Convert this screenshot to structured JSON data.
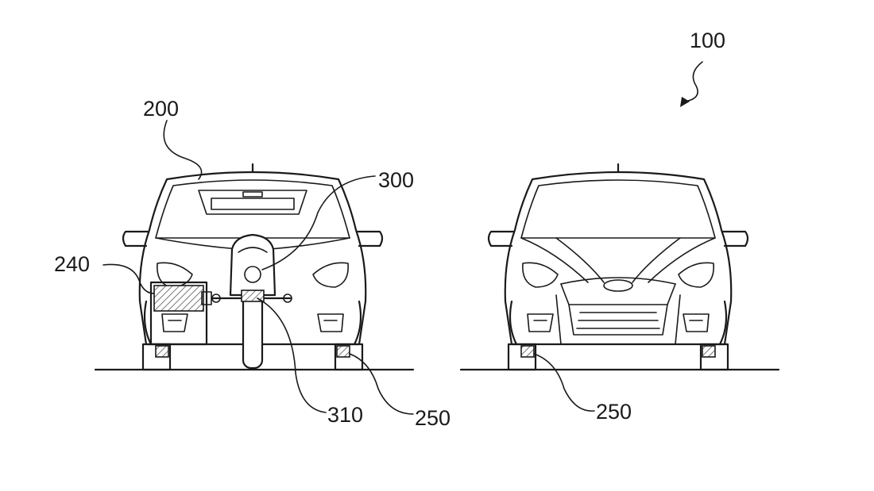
{
  "labels": {
    "assembly": "100",
    "vehicle": "200",
    "side_unit": "240",
    "floor_marker": "250",
    "floor_marker_right": "250",
    "motorcycle": "300",
    "cycle_mount": "310"
  },
  "colors": {
    "line": "#1a1a1a",
    "background": "#ffffff"
  }
}
